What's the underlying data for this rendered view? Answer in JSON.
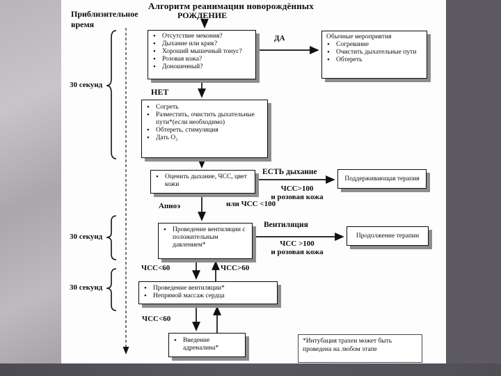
{
  "slide": {
    "title": "Алгоритм реанимации новорождённых",
    "approx_time_label": "Приблизительное время",
    "birth_label": "РОЖДЕНИЕ",
    "time_brackets": [
      {
        "label": "30 секунд"
      },
      {
        "label": "30 секунд"
      },
      {
        "label": "30 секунд"
      }
    ]
  },
  "branch_labels": {
    "yes": "ДА",
    "no": "НЕТ",
    "has_breathing": "ЕСТЬ дыхание",
    "hr_gt100_top": "ЧСС>100",
    "pink_skin_top": "и розовая кожа",
    "apnea": "Апноэ",
    "or_hr_lt100": "или ЧСС <100",
    "ventilation": "Вентиляция",
    "hr_gt100_mid": "ЧСС >100",
    "pink_skin_mid": "и розовая кожа",
    "hr_lt60_upper": "ЧСС<60",
    "hr_gt60": "ЧСС>60",
    "hr_lt60_lower": "ЧСС<60"
  },
  "boxes": {
    "assessment": {
      "items": [
        "Отсутствие мекония?",
        "Дыхание или крик?",
        "Хороший мышечный тонус?",
        "Розовая кожа?",
        "Доношенный?"
      ]
    },
    "routine_care": {
      "header": "Обычные мероприятия",
      "items": [
        "Согревание",
        "Очистить дыхательные пути",
        "Обтереть"
      ]
    },
    "initial_steps": {
      "items": [
        "Согреть",
        "Разместить, очистить дыхательные пути*(если необходимо)",
        "Обтереть, стимуляция",
        "Дать О₂"
      ]
    },
    "evaluate": {
      "items": [
        "Оценить дыхание, ЧСС, цвет кожи"
      ]
    },
    "supportive_care": {
      "text": "Поддерживающая терапия"
    },
    "ppv": {
      "items": [
        "Проведение вентиляции с положительным давлением*"
      ]
    },
    "continued_care": {
      "text": "Продолжение терапии"
    },
    "compressions": {
      "items": [
        "Проведение вентиляции*",
        "Непрямой массаж сердца"
      ]
    },
    "adrenaline": {
      "items": [
        "Введение адреналина*"
      ]
    },
    "footnote": {
      "text": "*Интубация трахеи может быть проведена на любом этапе"
    }
  }
}
